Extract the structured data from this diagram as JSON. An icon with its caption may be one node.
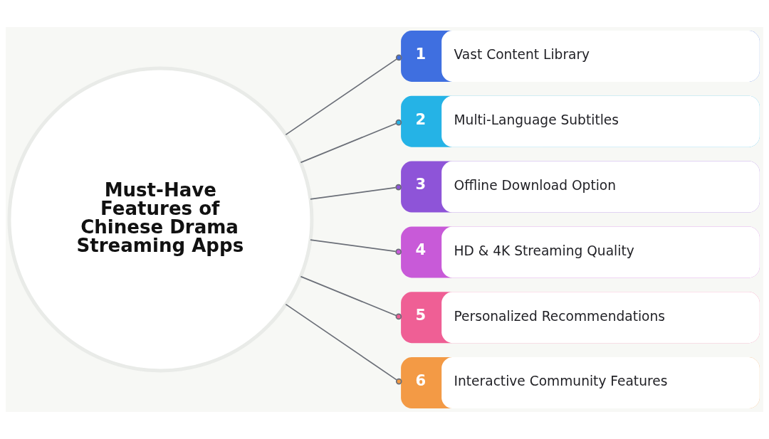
{
  "diagram": {
    "nodes": [
      {
        "text": [
          "Must-Have Features of Chinese Drama Streaming Apps"
        ]
      },
      {
        "text": [
          "1",
          "Vast Content Library"
        ]
      },
      {
        "text": [
          "2",
          "Multi-Language Subtitles"
        ]
      },
      {
        "text": [
          "3",
          "Offline Download Option"
        ]
      },
      {
        "text": [
          "4",
          "HD & 4K Streaming Quality"
        ]
      },
      {
        "text": [
          "5",
          "Personalized Recommendations"
        ]
      },
      {
        "text": [
          "6",
          "Interactive Community Features"
        ]
      }
    ],
    "edges": [
      {
        "from": 0,
        "to": 1,
        "arrow": "other"
      },
      {
        "from": 0,
        "to": 2,
        "arrow": "other"
      },
      {
        "from": 0,
        "to": 3,
        "arrow": "other"
      },
      {
        "from": 0,
        "to": 4,
        "arrow": "other"
      },
      {
        "from": 0,
        "to": 5,
        "arrow": "other"
      },
      {
        "from": 0,
        "to": 6,
        "arrow": "other"
      }
    ]
  }
}
